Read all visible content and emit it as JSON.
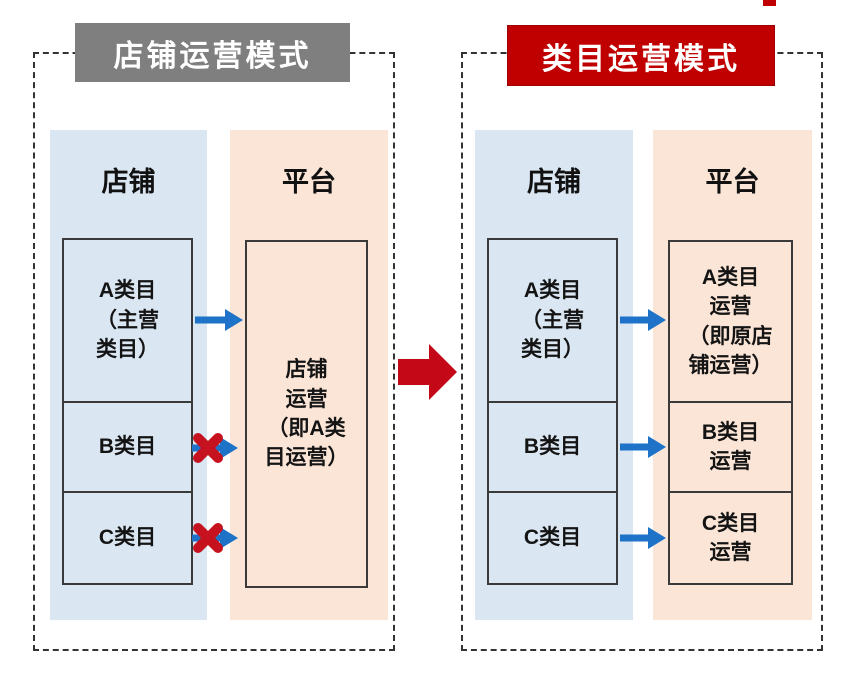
{
  "figure": {
    "type": "comparison-flow-diagram",
    "description_visible_text_only": true
  },
  "left_panel": {
    "title": "店铺运营模式",
    "store_header": "店铺",
    "platform_header": "平台",
    "store_boxes": [
      "A类目\n（主营\n类目）",
      "B类目",
      "C类目"
    ],
    "platform_box": "店铺\n运营\n（即A类\n目运营）",
    "arrows": [
      {
        "from": "A类目",
        "to": "店铺运营",
        "blocked": false
      },
      {
        "from": "B类目",
        "to": "店铺运营",
        "blocked": true
      },
      {
        "from": "C类目",
        "to": "店铺运营",
        "blocked": true
      }
    ]
  },
  "right_panel": {
    "title": "类目运营模式",
    "store_header": "店铺",
    "platform_header": "平台",
    "store_boxes": [
      "A类目\n（主营\n类目）",
      "B类目",
      "C类目"
    ],
    "platform_boxes": [
      "A类目\n运营\n（即原店\n铺运营）",
      "B类目\n运营",
      "C类目\n运营"
    ],
    "arrows": [
      {
        "from": "A类目",
        "to": "A类目运营",
        "blocked": false
      },
      {
        "from": "B类目",
        "to": "B类目运营",
        "blocked": false
      },
      {
        "from": "C类目",
        "to": "C类目运营",
        "blocked": false
      }
    ]
  },
  "icons": {
    "flow_arrow": "blue right arrow",
    "blocked_x": "red cross mark",
    "transition_arrow": "large red right arrow between panels"
  },
  "colors": {
    "store_column_bg": "#dae6f2",
    "platform_column_bg": "#fbe5d7",
    "left_title_bg": "#7f7f7f",
    "right_title_bg": "#c00000",
    "arrow_blue": "#1e72c8",
    "cross_red": "#c5121e",
    "transition_red": "#c40818",
    "box_border": "#3a3a3a",
    "dashed_border": "#333333"
  }
}
